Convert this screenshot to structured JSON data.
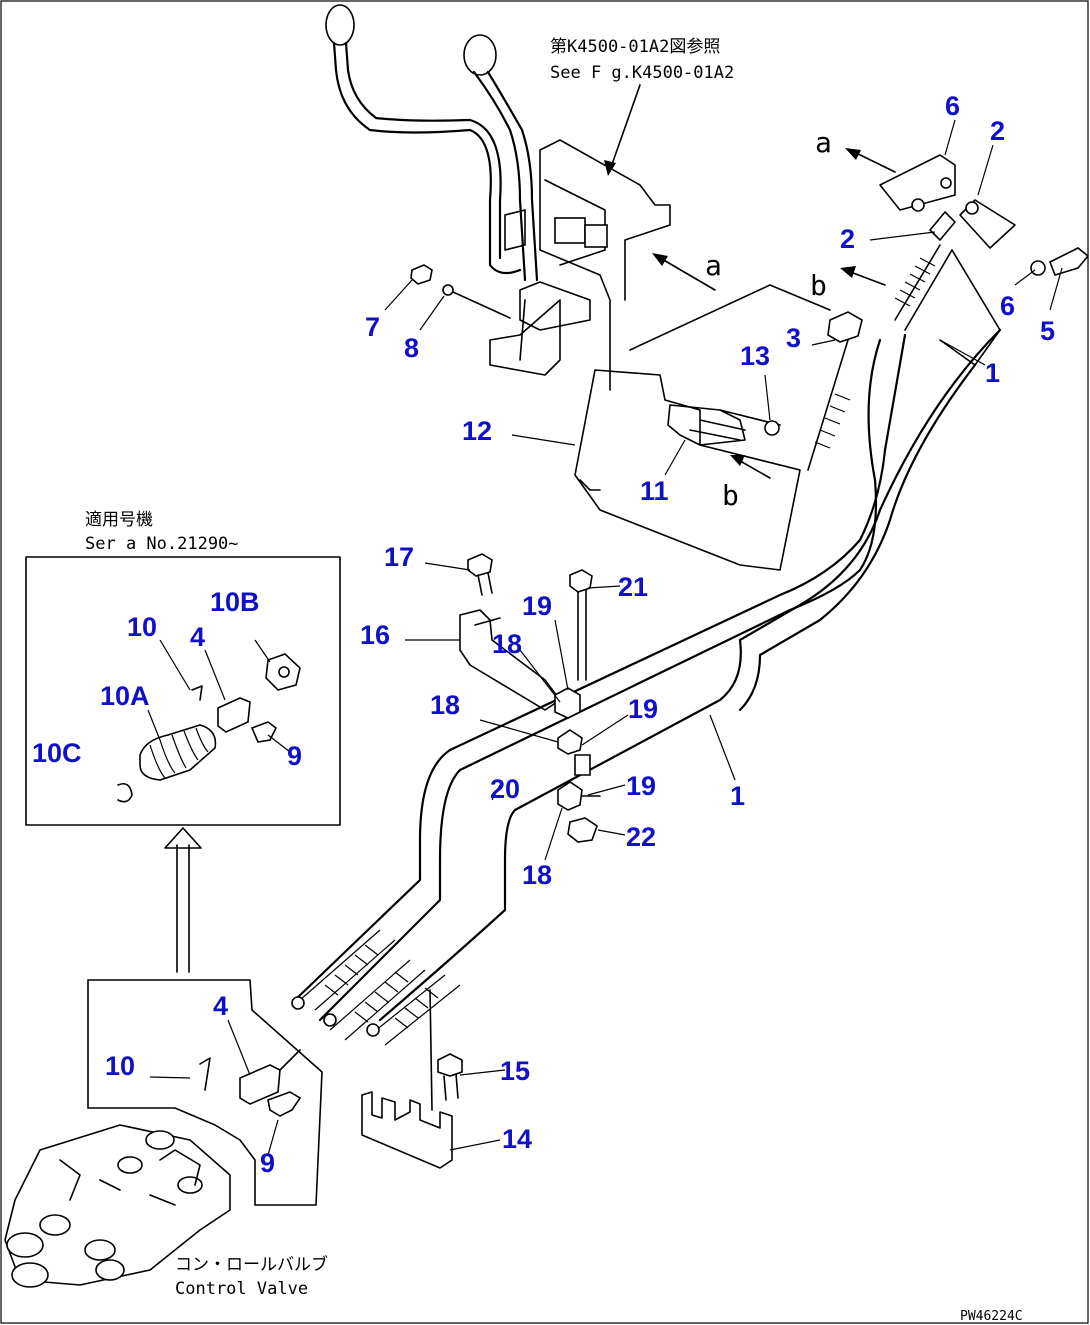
{
  "notes": {
    "ref_jp": "第K4500-01A2図参照",
    "ref_en": "See F g.K4500-01A2",
    "serial_jp": "適用号機",
    "serial_en": "Ser a No.21290~",
    "valve_jp": "コン・ロールバルブ",
    "valve_en": "Control Valve",
    "drawing_code": "PW46224C"
  },
  "view_markers": {
    "a_top": "a",
    "a_mid": "a",
    "b_top": "b",
    "b_mid": "b"
  },
  "callouts": {
    "c6a": "6",
    "c2a": "2",
    "c2b": "2",
    "c6b": "6",
    "c5": "5",
    "c1a": "1",
    "c7": "7",
    "c8": "8",
    "c3": "3",
    "c13": "13",
    "c12": "12",
    "c11": "11",
    "c17": "17",
    "c21": "21",
    "c16": "16",
    "c19a": "19",
    "c18a": "18",
    "c18b": "18",
    "c19b": "19",
    "c20": "20",
    "c19c": "19",
    "c1b": "1",
    "c22": "22",
    "c18c": "18",
    "c15": "15",
    "c14": "14",
    "c4a": "4",
    "c10a": "10",
    "c9a": "9",
    "i10b": "10B",
    "i10": "10",
    "i4": "4",
    "i10a": "10A",
    "i10c": "10C",
    "i9": "9"
  }
}
